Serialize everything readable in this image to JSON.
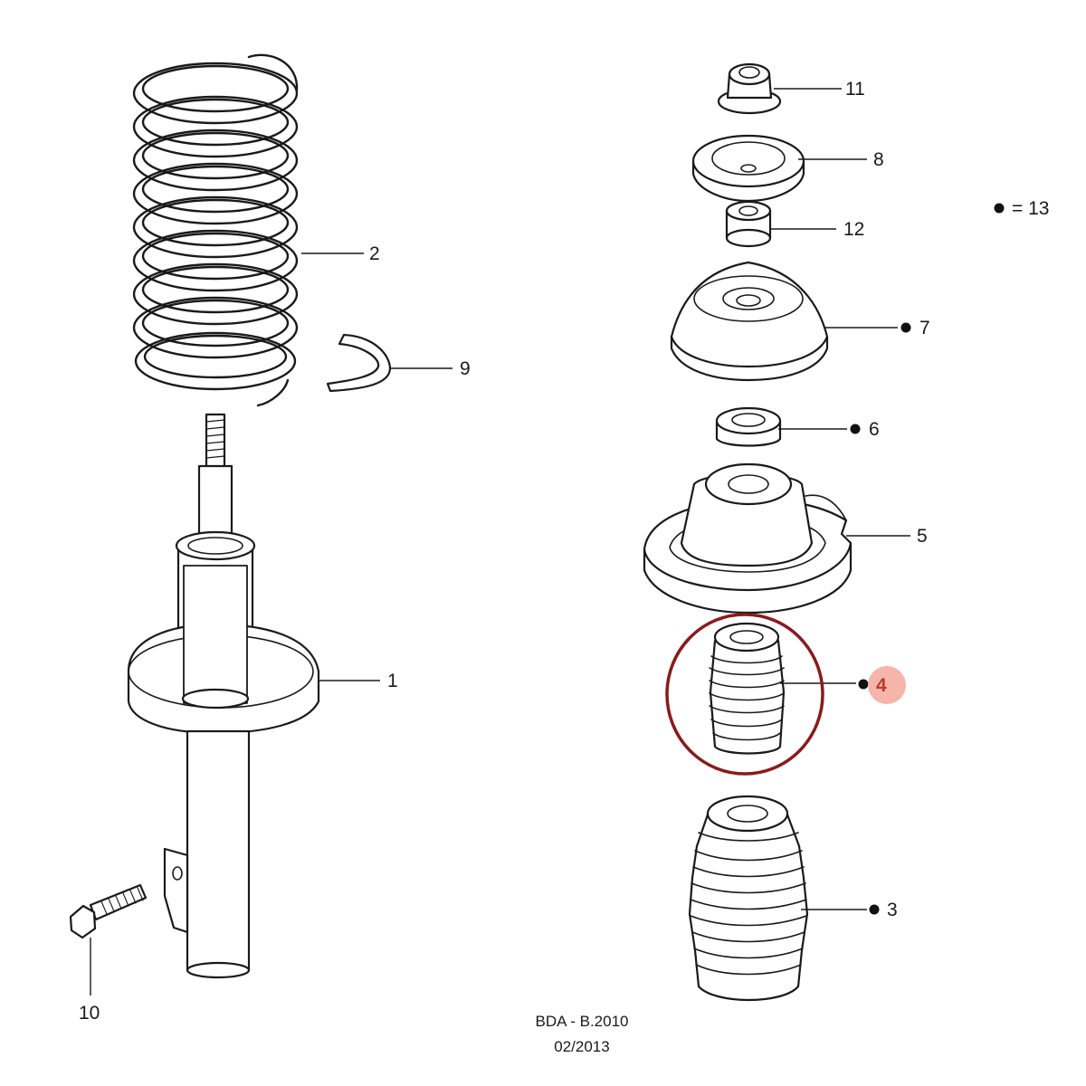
{
  "callouts": {
    "p1": "1",
    "p2": "2",
    "p3": "3",
    "p4": "4",
    "p5": "5",
    "p6": "6",
    "p7": "7",
    "p8": "8",
    "p9": "9",
    "p10": "10",
    "p11": "11",
    "p12": "12"
  },
  "legend": {
    "text": "= 13"
  },
  "footer": {
    "line1": "BDA - B.2010",
    "line2": "02/2013"
  },
  "highlight": {
    "part": "4",
    "ring_color": "#8b1a1a",
    "badge_color": "#f5b5ab",
    "label_color": "#c0392b"
  }
}
